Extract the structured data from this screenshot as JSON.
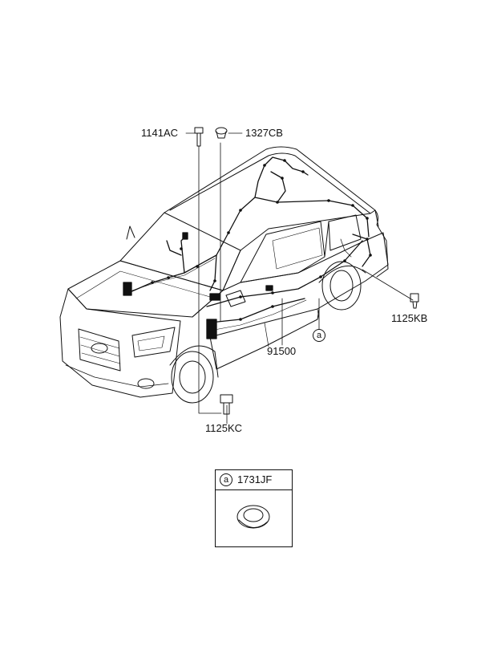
{
  "parts": {
    "bolt_top_left": "1141AC",
    "clip_top": "1327CB",
    "screw_right": "1125KB",
    "harness": "91500",
    "bolt_bottom": "1125KC",
    "callout_a": "a"
  },
  "legend": {
    "marker": "a",
    "part": "1731JF"
  },
  "colors": {
    "line": "#111111",
    "background": "#ffffff"
  }
}
